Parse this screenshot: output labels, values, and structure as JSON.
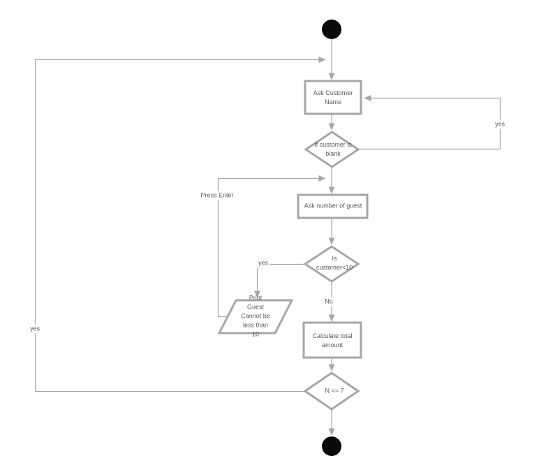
{
  "diagram_type": "flowchart",
  "colors": {
    "background": "#ffffff",
    "shape_border": "#a6a6a6",
    "connector": "#a6a6a6",
    "text": "#595959",
    "terminal_fill": "#0a0a0a"
  },
  "nodes": {
    "start_terminal": {
      "type": "start"
    },
    "ask_customer_name": {
      "type": "process",
      "label": "Ask Customer\nName"
    },
    "if_customer_blank": {
      "type": "decision",
      "label": "If customer is\nblank"
    },
    "ask_number_guest": {
      "type": "process",
      "label": "Ask number of guest"
    },
    "is_customer_lt_10": {
      "type": "decision",
      "label": "Is\ncustomer<10"
    },
    "print_guest_warning": {
      "type": "input-output",
      "label": "Print\nGuest\nCannot be\nless than\n10"
    },
    "calculate_total_amount": {
      "type": "process",
      "label": "Calculate total\namount"
    },
    "n_less_equal_7": {
      "type": "decision",
      "label": "N <= 7"
    },
    "end_terminal": {
      "type": "end"
    }
  },
  "edge_labels": {
    "if_blank_yes": "yes",
    "press_enter": "Press Enter",
    "customer_lt10_yes": "yes",
    "customer_lt10_no": "No",
    "n_le7_yes": "yes"
  }
}
